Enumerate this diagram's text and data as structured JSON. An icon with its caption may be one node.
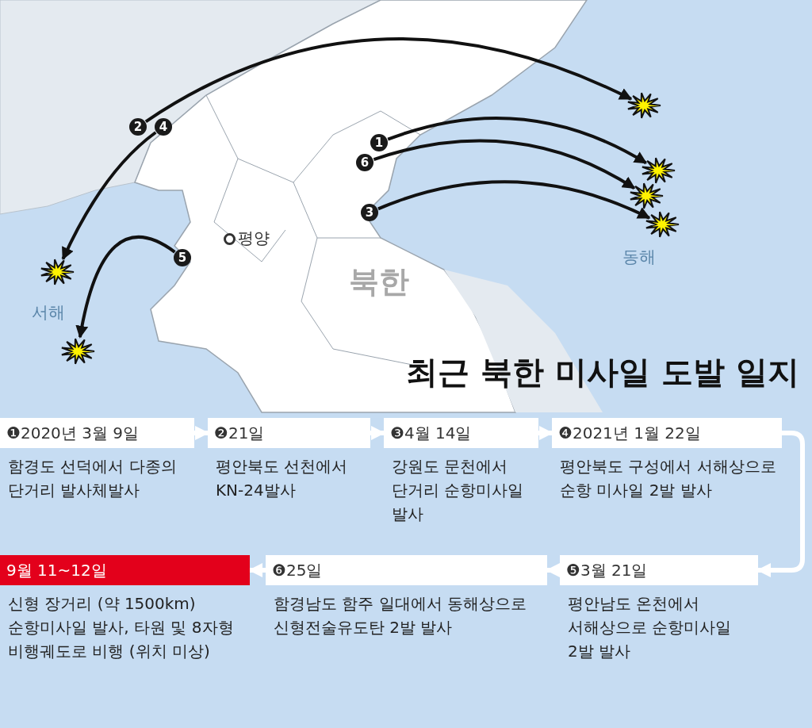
{
  "diagram": {
    "title": "최근 북한 미사일 도발 일지",
    "nodes": [
      {
        "text": [
          "2"
        ]
      },
      {
        "text": [
          "4"
        ]
      },
      {
        "text": [
          "1"
        ]
      },
      {
        "text": [
          "6"
        ]
      },
      {
        "text": [
          "3"
        ]
      },
      {
        "text": [
          "5"
        ]
      },
      {
        "text": [],
        "shape": "burst"
      },
      {
        "text": [],
        "shape": "burst"
      },
      {
        "text": [],
        "shape": "burst"
      },
      {
        "text": [],
        "shape": "burst"
      },
      {
        "text": [],
        "shape": "burst"
      },
      {
        "text": [],
        "shape": "burst"
      },
      {
        "text": [
          "❶2020년 3월 9일",
          "함경도 선덕에서 다종의 단거리 발사체발사"
        ]
      },
      {
        "text": [
          "❷21일",
          "평안북도 선천에서 KN-24발사"
        ]
      },
      {
        "text": [
          "❸4월 14일",
          "강원도 문천에서 단거리 순항미사일 발사"
        ]
      },
      {
        "text": [
          "❹2021년 1월 22일",
          "평안북도 구성에서 서해상으로 순항 미사일 2발 발사"
        ]
      },
      {
        "text": [
          "❺3월 21일",
          "평안남도 온천에서 서해상으로 순항미사일 2발 발사"
        ]
      },
      {
        "text": [
          "❻25일",
          "함경남도 함주 일대에서 동해상으로 신형전술유도탄 2발 발사"
        ]
      },
      {
        "text": [
          "9월 11~12일",
          "신형 장거리 (약 1500km) 순항미사일 발사, 타원 및 8자형 비행궤도로 비행 (위치 미상)"
        ]
      }
    ],
    "edges": [
      {
        "from": 0,
        "to": 6,
        "arrow": "to"
      },
      {
        "from": 1,
        "to": 10,
        "arrow": "to"
      },
      {
        "from": 2,
        "to": 7,
        "arrow": "to"
      },
      {
        "from": 3,
        "to": 8,
        "arrow": "to"
      },
      {
        "from": 4,
        "to": 9,
        "arrow": "to"
      },
      {
        "from": 5,
        "to": 11,
        "arrow": "to"
      },
      {
        "from": 12,
        "to": 13,
        "arrow": "to",
        "color": "#ffffff"
      },
      {
        "from": 13,
        "to": 14,
        "arrow": "to",
        "color": "#ffffff"
      },
      {
        "from": 14,
        "to": 15,
        "arrow": "to",
        "color": "#ffffff"
      },
      {
        "from": 15,
        "to": 16,
        "arrow": "to",
        "color": "#ffffff"
      },
      {
        "from": 16,
        "to": 17,
        "arrow": "to",
        "color": "#ffffff"
      },
      {
        "from": 17,
        "to": 18,
        "arrow": "to",
        "color": "#ffffff"
      }
    ],
    "labels": [
      "평양",
      "북한",
      "동해",
      "서해"
    ]
  }
}
